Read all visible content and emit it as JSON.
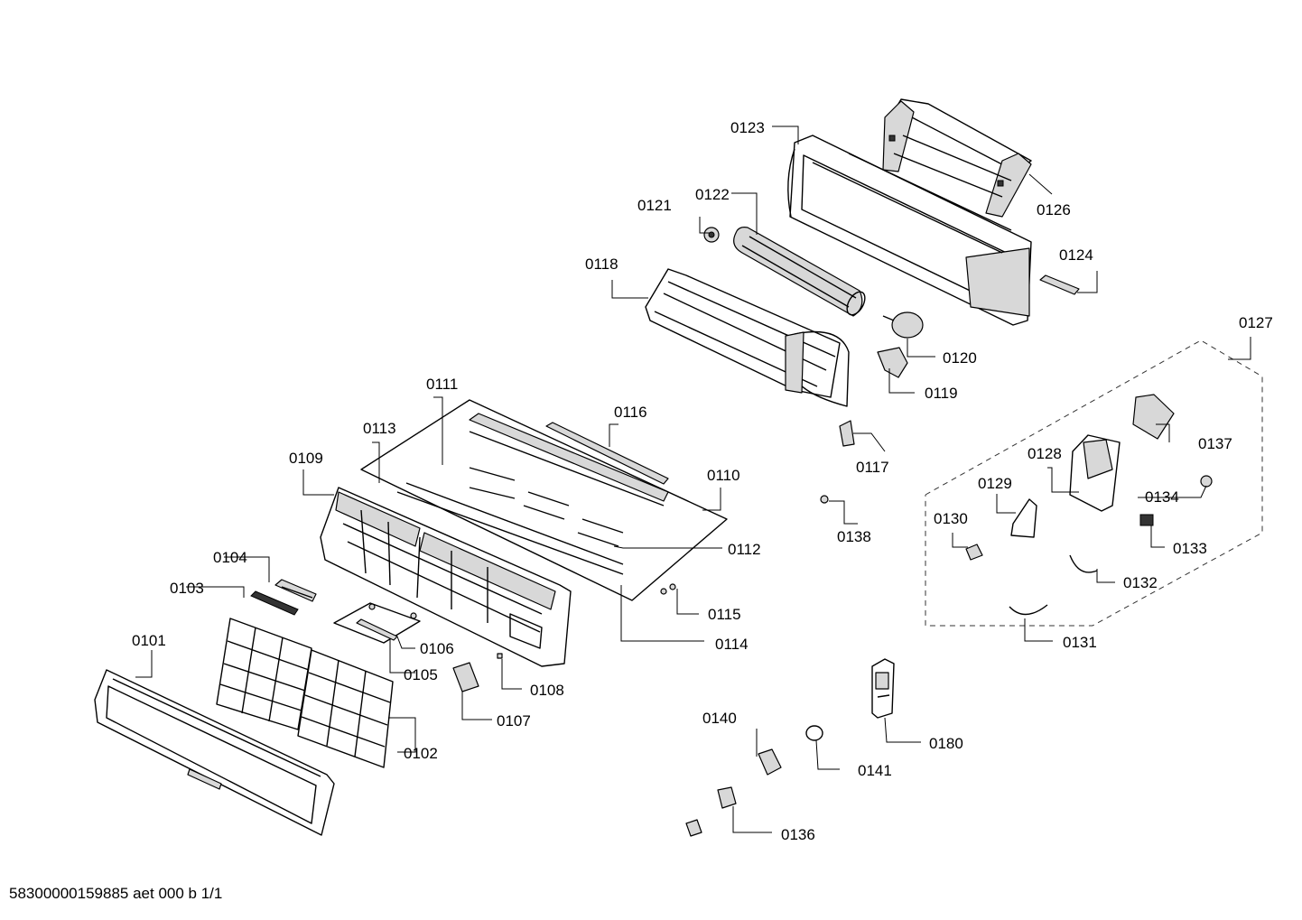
{
  "drawing": {
    "document_ref": "58300000159885 aet 000 b 1/1"
  },
  "parts": {
    "p0101": "0101",
    "p0102": "0102",
    "p0103": "0103",
    "p0104": "0104",
    "p0105": "0105",
    "p0106": "0106",
    "p0107": "0107",
    "p0108": "0108",
    "p0109": "0109",
    "p0110": "0110",
    "p0111": "0111",
    "p0112": "0112",
    "p0113": "0113",
    "p0114": "0114",
    "p0115": "0115",
    "p0116": "0116",
    "p0117": "0117",
    "p0118": "0118",
    "p0119": "0119",
    "p0120": "0120",
    "p0121": "0121",
    "p0122": "0122",
    "p0123": "0123",
    "p0124": "0124",
    "p0126": "0126",
    "p0127": "0127",
    "p0128": "0128",
    "p0129": "0129",
    "p0130": "0130",
    "p0131": "0131",
    "p0132": "0132",
    "p0133": "0133",
    "p0134": "0134",
    "p0136": "0136",
    "p0137": "0137",
    "p0138": "0138",
    "p0140": "0140",
    "p0141": "0141",
    "p0180": "0180"
  }
}
